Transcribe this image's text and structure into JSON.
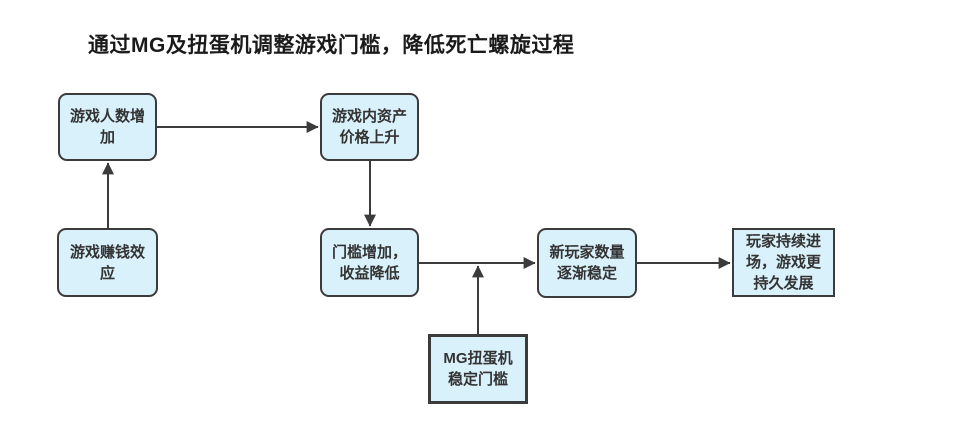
{
  "title": "通过MG及扭蛋机调整游戏门槛，降低死亡螺旋过程",
  "colors": {
    "box_fill": "#d9f1fb",
    "box_border": "#3b3b3b",
    "arrow": "#3b3b3b",
    "title_color": "#1a1a1a",
    "background": "#ffffff"
  },
  "nodes": [
    {
      "id": "players-increase",
      "label": "游戏人数增加"
    },
    {
      "id": "asset-price-rise",
      "label": "游戏内资产价格上升"
    },
    {
      "id": "earning-effect",
      "label": "游戏赚钱效应"
    },
    {
      "id": "threshold-up-yield-down",
      "label": "门槛增加，收益降低"
    },
    {
      "id": "new-players-stabilize",
      "label": "新玩家数量逐渐稳定"
    },
    {
      "id": "players-keep-entering",
      "label": "玩家持续进场，游戏更持久发展"
    },
    {
      "id": "mg-gacha-stabilize",
      "label": "MG扭蛋机稳定门槛"
    }
  ],
  "edges": [
    {
      "from": "earning-effect",
      "to": "players-increase"
    },
    {
      "from": "players-increase",
      "to": "asset-price-rise"
    },
    {
      "from": "asset-price-rise",
      "to": "threshold-up-yield-down"
    },
    {
      "from": "threshold-up-yield-down",
      "to": "new-players-stabilize"
    },
    {
      "from": "new-players-stabilize",
      "to": "players-keep-entering"
    },
    {
      "from": "mg-gacha-stabilize",
      "to": "threshold-up-yield-down--new-players-stabilize-connector"
    }
  ]
}
